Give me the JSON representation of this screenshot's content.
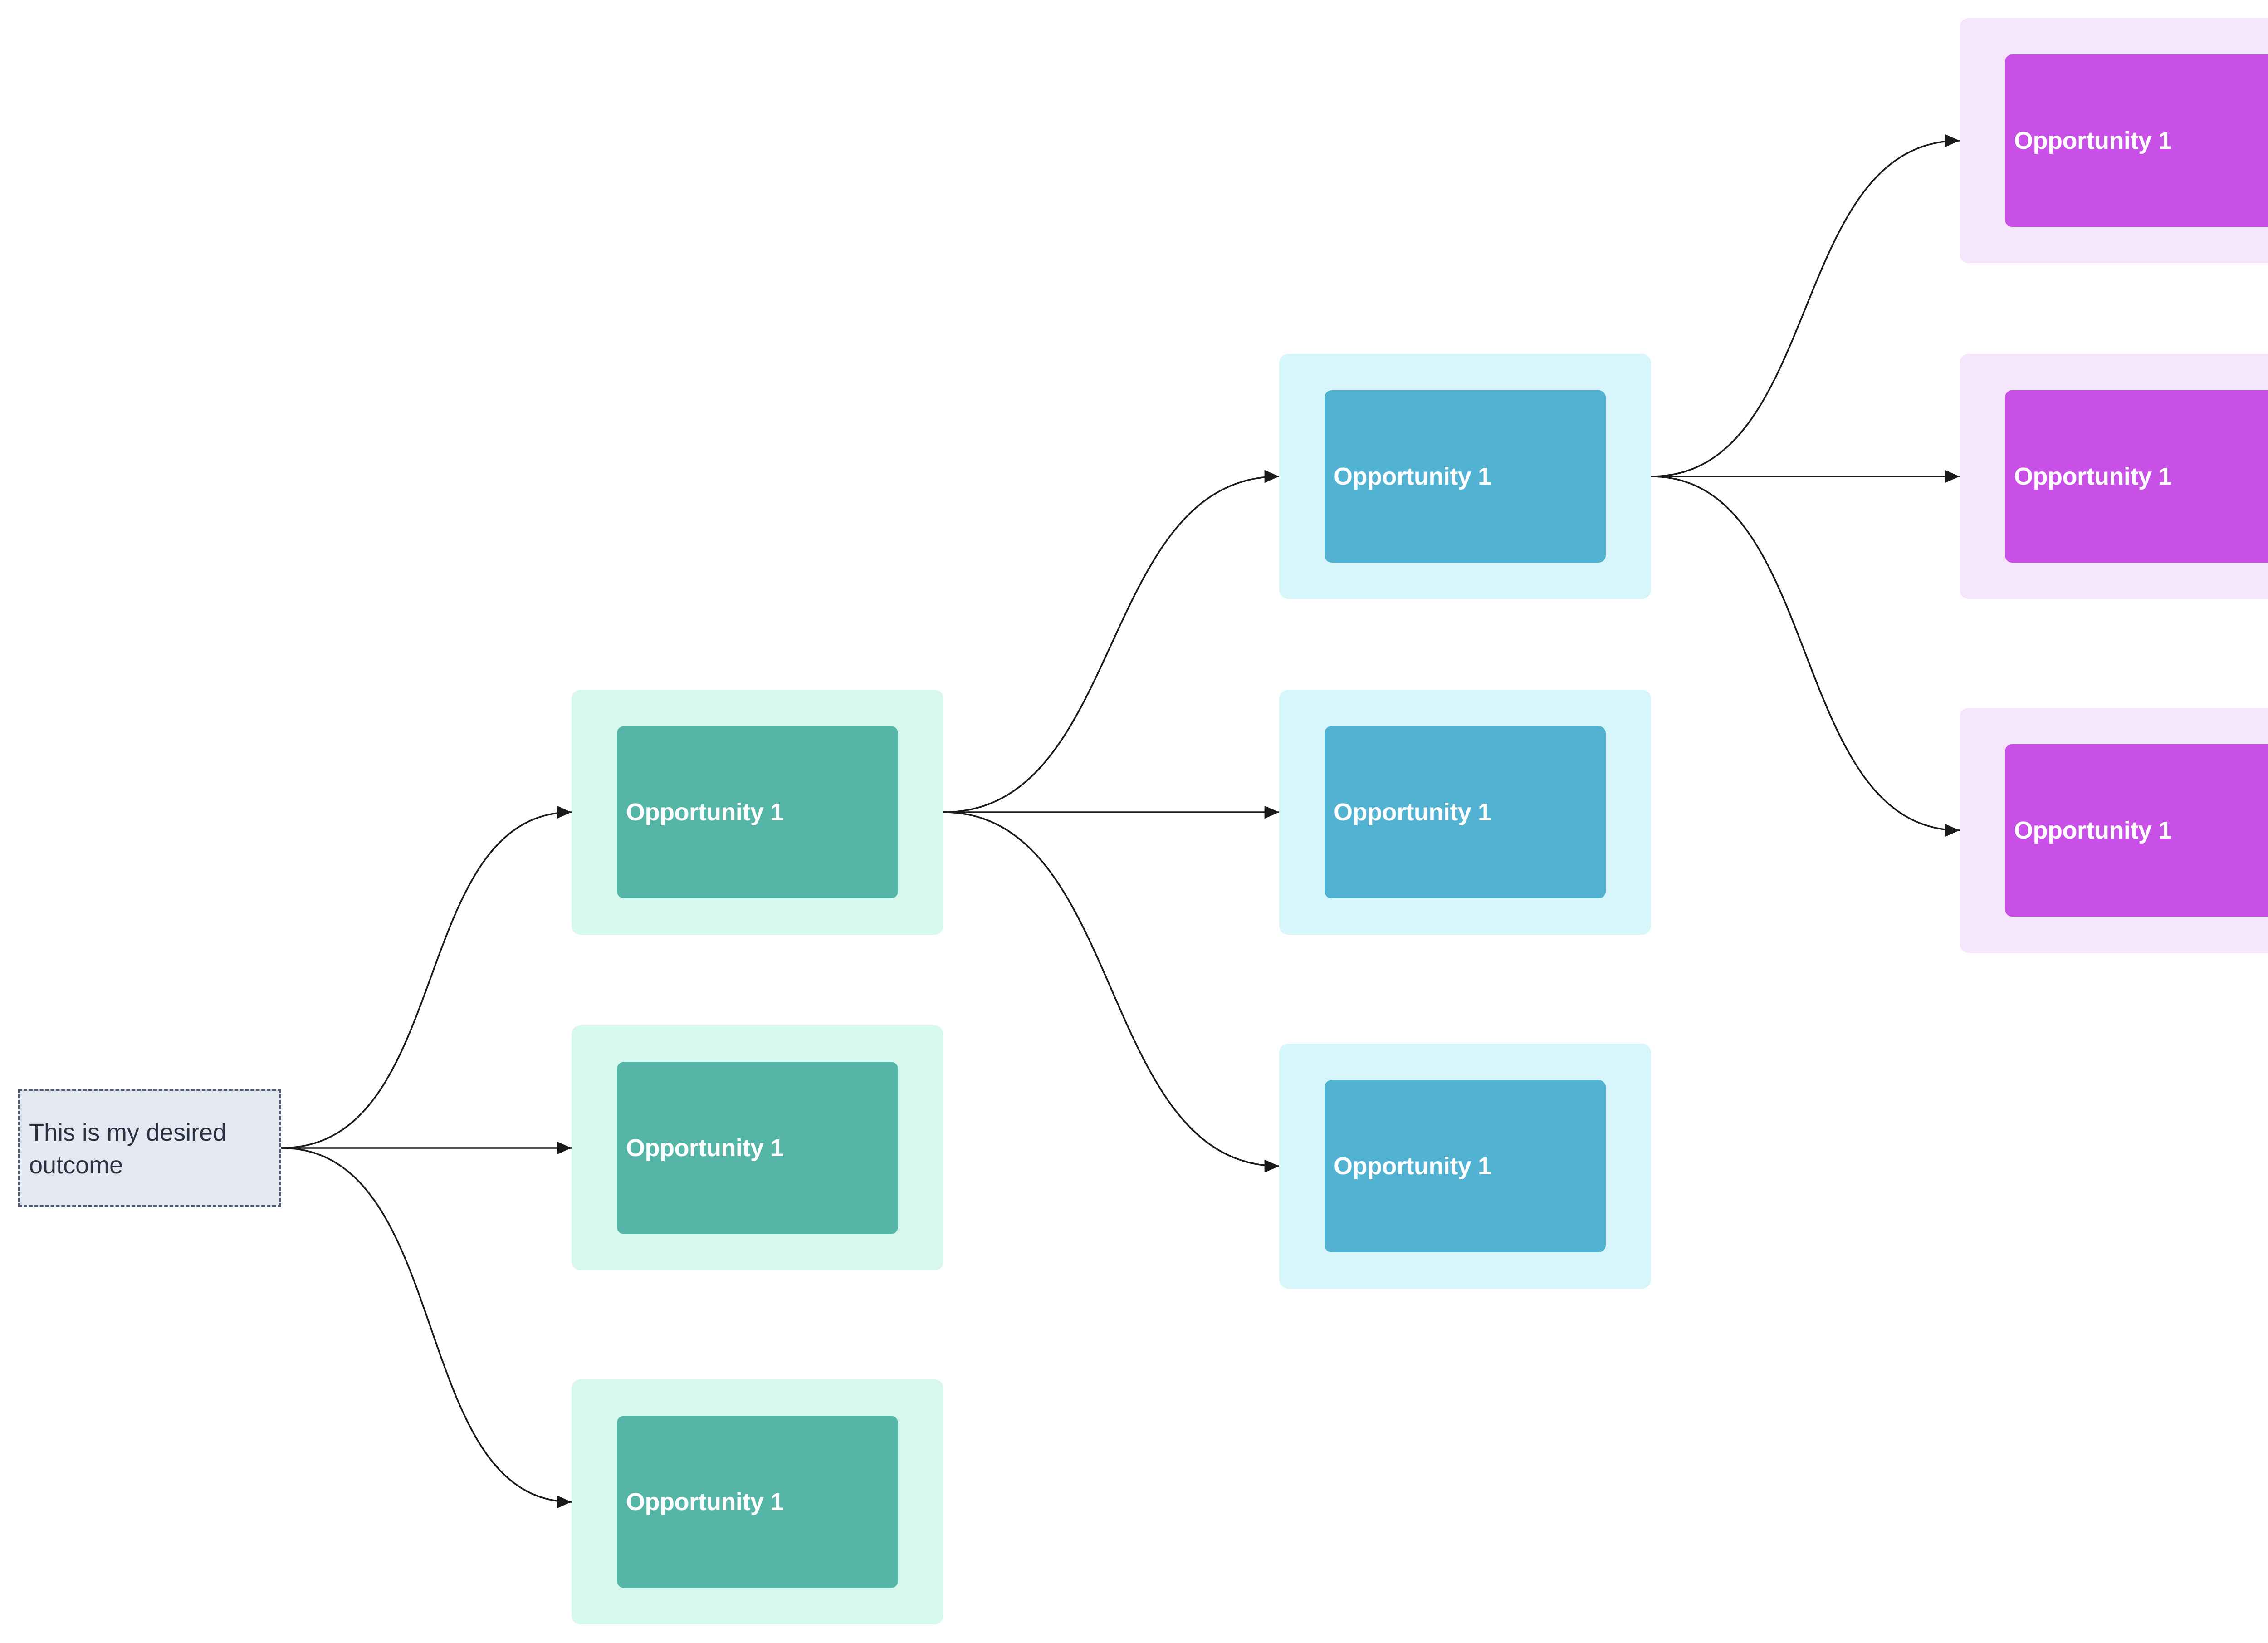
{
  "outcome": {
    "label": "This is my desired outcome"
  },
  "level1": [
    {
      "label": "Opportunity 1"
    },
    {
      "label": "Opportunity 1"
    },
    {
      "label": "Opportunity 1"
    }
  ],
  "level2": [
    {
      "label": "Opportunity 1"
    },
    {
      "label": "Opportunity 1"
    },
    {
      "label": "Opportunity 1"
    }
  ],
  "level3": [
    {
      "label": "Opportunity 1"
    },
    {
      "label": "Opportunity 1"
    },
    {
      "label": "Opportunity 1"
    }
  ],
  "colors": {
    "level1_frame": "#d6f8ef",
    "level1_card": "#55b6a8",
    "level2_frame": "#d6f6fb",
    "level2_card": "#52b2d2",
    "level3_frame": "#f6e6fb",
    "level3_card": "#c850e6",
    "outcome_fill": "#e4e9f1",
    "outcome_border": "#4d5a70",
    "connector": "#1a1a1a"
  }
}
